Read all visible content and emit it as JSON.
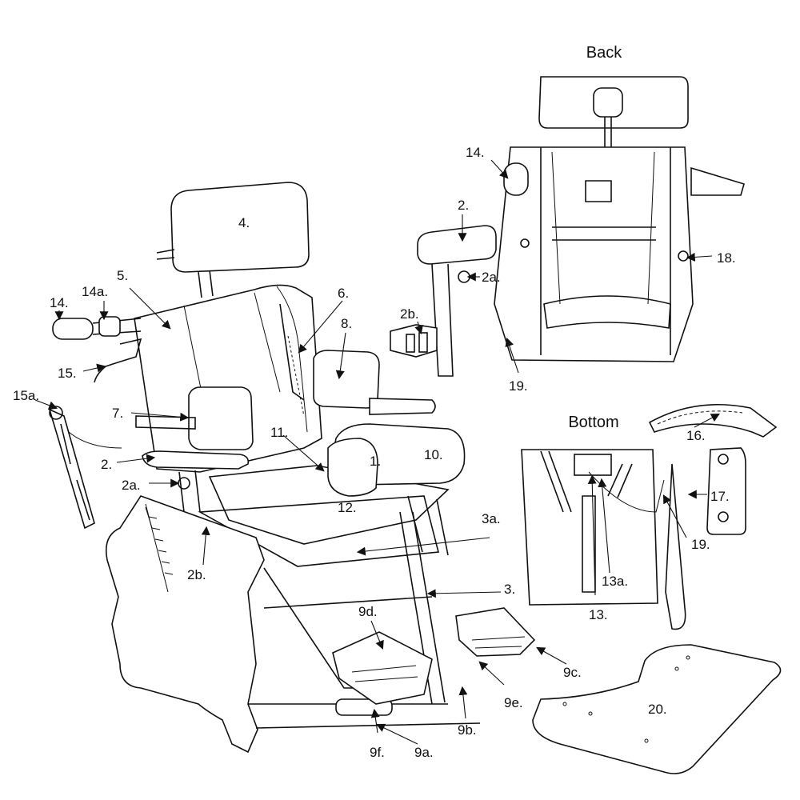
{
  "views": {
    "back_title": "Back",
    "bottom_title": "Bottom"
  },
  "labels": {
    "l1": "1.",
    "l2": "2.",
    "l2a": "2a.",
    "l2b": "2b.",
    "l3": "3.",
    "l3a": "3a.",
    "l4": "4.",
    "l5": "5.",
    "l6": "6.",
    "l7": "7.",
    "l8": "8.",
    "l9a": "9a.",
    "l9b": "9b.",
    "l9c": "9c.",
    "l9d": "9d.",
    "l9e": "9e.",
    "l9f": "9f.",
    "l10": "10.",
    "l11": "11.",
    "l12": "12.",
    "l13": "13.",
    "l13a": "13a.",
    "l14": "14.",
    "l14a": "14a.",
    "l15": "15.",
    "l15a": "15a.",
    "l16": "16.",
    "l17": "17.",
    "l18": "18.",
    "l19": "19.",
    "l20": "20."
  },
  "detail_labels": {
    "armrest_2": "2.",
    "armrest_2a": "2a.",
    "bracket_2b": "2b.",
    "back_14": "14.",
    "back_18": "18.",
    "back_19": "19.",
    "bottom_13": "13.",
    "bottom_13a": "13a.",
    "bottom_19": "19."
  }
}
